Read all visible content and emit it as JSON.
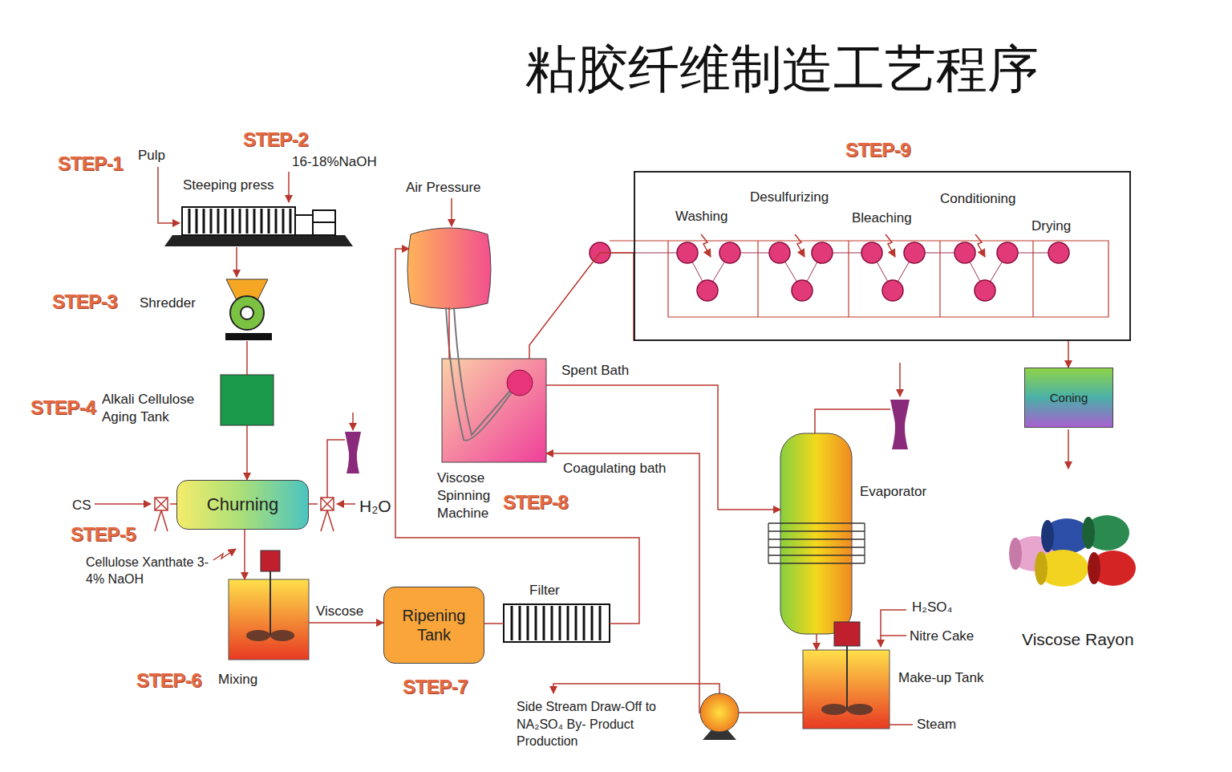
{
  "diagram": {
    "title": "粘胶纤维制造工艺程序",
    "nodes": [
      {
        "text": [
          "Steeping press"
        ]
      },
      {
        "text": [
          "Shredder"
        ]
      },
      {
        "text": [
          "Alkali Cellulose Aging Tank"
        ]
      },
      {
        "text": [
          "Churning"
        ]
      },
      {
        "text": [
          "Mixing"
        ]
      },
      {
        "text": [
          "Ripening Tank"
        ]
      },
      {
        "text": [
          "Filter"
        ]
      },
      {
        "text": [
          "Air Pressure"
        ]
      },
      {
        "text": [
          "Viscose Spinning Machine"
        ]
      },
      {
        "text": [
          "STEP-9",
          "Washing",
          "Desulfurizing",
          "Bleaching",
          "Conditioning",
          "Drying"
        ]
      },
      {
        "text": [
          "Coning"
        ]
      },
      {
        "text": [
          "Evaporator"
        ]
      },
      {
        "text": [
          "Make-up Tank"
        ]
      }
    ],
    "edges": [
      {
        "from": 0,
        "to": 1,
        "arrow": "to"
      },
      {
        "from": 1,
        "to": 2,
        "arrow": "none"
      },
      {
        "from": 2,
        "to": 3,
        "arrow": "to"
      },
      {
        "from": 3,
        "to": 4,
        "arrow": "to"
      },
      {
        "from": 4,
        "to": 5,
        "arrow": "to",
        "label": "Viscose"
      },
      {
        "from": 5,
        "to": 6,
        "arrow": "none"
      },
      {
        "from": 6,
        "to": 7,
        "arrow": "to"
      },
      {
        "from": 7,
        "to": 8,
        "arrow": "none"
      },
      {
        "from": 8,
        "to": 9,
        "arrow": "none"
      },
      {
        "from": 9,
        "to": 10,
        "arrow": "to"
      },
      {
        "from": 8,
        "to": 11,
        "arrow": "to",
        "label": "Spent Bath"
      },
      {
        "from": 11,
        "to": 12,
        "arrow": "to"
      },
      {
        "from": 12,
        "to": 8,
        "arrow": "to",
        "label": "Coagulating bath"
      }
    ],
    "labels": [
      "STEP-1",
      "Pulp",
      "STEP-2",
      "16-18%NaOH",
      "STEP-3",
      "STEP-4",
      "CS",
      "H₂O",
      "STEP-5",
      "Cellulose Xanthate 3-4% NaOH",
      "STEP-6",
      "STEP-7",
      "STEP-8",
      "Side Stream Draw-Off to NA₂SO₄ By- Product Production",
      "H₂SO₄",
      "Nitre Cake",
      "Steam",
      "Viscose Rayon"
    ]
  }
}
